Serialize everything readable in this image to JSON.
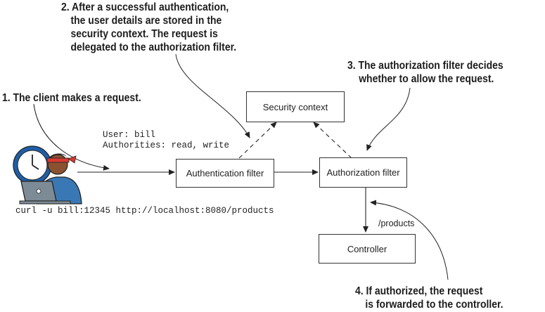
{
  "notes": {
    "step1": [
      "1. The client makes a request."
    ],
    "step2": [
      "2. After a successful authentication,",
      "the user details are stored in the",
      "security context. The request is",
      "delegated to the authorization filter."
    ],
    "step3": [
      "3. The authorization filter decides",
      "whether to allow the request."
    ],
    "step4": [
      "4. If authorized, the request",
      "is forwarded to the controller."
    ]
  },
  "boxes": {
    "security_context": "Security context",
    "authentication_filter": "Authentication filter",
    "authorization_filter": "Authorization filter",
    "controller": "Controller"
  },
  "labels": {
    "user": "User: bill",
    "authorities": "Authorities: read, write",
    "curl": "curl -u bill:12345 http://localhost:8080/products",
    "products_path": "/products"
  },
  "icons": {
    "client": "user-with-laptop-and-clock-icon"
  },
  "colors": {
    "clock": "#1f5fa8",
    "headband": "#d83a32",
    "laptop": "#7c8b95",
    "skin": "#8a5230",
    "shirt": "#3a78b5"
  }
}
